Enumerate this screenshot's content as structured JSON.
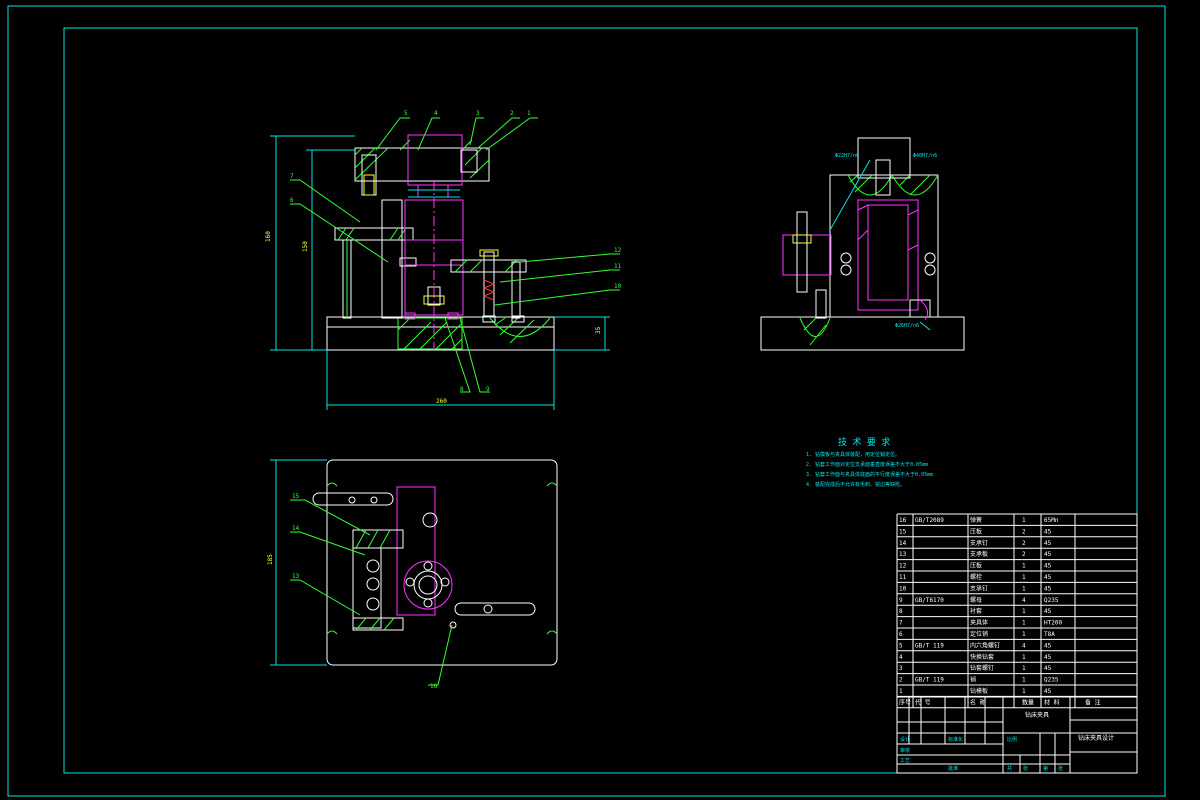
{
  "frame": {
    "border_color": "#00e5e5",
    "background": "#000000"
  },
  "front_view": {
    "balloons": [
      "1",
      "2",
      "3",
      "4",
      "5",
      "6",
      "7",
      "8",
      "9",
      "10",
      "11",
      "12"
    ],
    "dims": {
      "height_total": "160",
      "height_inner": "150",
      "base_h": "35",
      "width": "260"
    }
  },
  "top_view": {
    "balloons": [
      "13",
      "14",
      "15",
      "16"
    ],
    "dims": {
      "height": "185"
    }
  },
  "side_view": {
    "fits": [
      "Φ22H7/n6",
      "Φ40H7/n6",
      "Φ26H7/n6"
    ]
  },
  "tech_req": {
    "title": "技 术 要 求",
    "lines": [
      "1. 钻模板与夹具体装配，用定位销定位。",
      "2. 钻套工作面对定位支承面垂直度误差不大于0.05mm",
      "3. 钻套工作面与夹具体底面的平行度误差不大于0.05mm",
      "4. 装配完成后不允许有毛刺、锐边等缺陷。"
    ]
  },
  "bom": {
    "rows": [
      {
        "no": "16",
        "code": "GB/T2089",
        "name": "弹簧",
        "qty": "1",
        "mat": "65Mn",
        "note": ""
      },
      {
        "no": "15",
        "code": "",
        "name": "压板",
        "qty": "2",
        "mat": "45",
        "note": ""
      },
      {
        "no": "14",
        "code": "",
        "name": "支承钉",
        "qty": "2",
        "mat": "45",
        "note": ""
      },
      {
        "no": "13",
        "code": "",
        "name": "支承板",
        "qty": "2",
        "mat": "45",
        "note": ""
      },
      {
        "no": "12",
        "code": "",
        "name": "压板",
        "qty": "1",
        "mat": "45",
        "note": ""
      },
      {
        "no": "11",
        "code": "",
        "name": "螺栓",
        "qty": "1",
        "mat": "45",
        "note": ""
      },
      {
        "no": "10",
        "code": "",
        "name": "支承钉",
        "qty": "1",
        "mat": "45",
        "note": ""
      },
      {
        "no": "9",
        "code": "GB/T6170",
        "name": "螺母",
        "qty": "4",
        "mat": "Q235",
        "note": ""
      },
      {
        "no": "8",
        "code": "",
        "name": "衬套",
        "qty": "1",
        "mat": "45",
        "note": ""
      },
      {
        "no": "7",
        "code": "",
        "name": "夹具体",
        "qty": "1",
        "mat": "HT200",
        "note": ""
      },
      {
        "no": "6",
        "code": "",
        "name": "定位销",
        "qty": "1",
        "mat": "T8A",
        "note": ""
      },
      {
        "no": "5",
        "code": "GB/T 119",
        "name": "内六角螺钉",
        "qty": "4",
        "mat": "45",
        "note": ""
      },
      {
        "no": "4",
        "code": "",
        "name": "快换钻套",
        "qty": "1",
        "mat": "45",
        "note": ""
      },
      {
        "no": "3",
        "code": "",
        "name": "钻套螺钉",
        "qty": "1",
        "mat": "45",
        "note": ""
      },
      {
        "no": "2",
        "code": "GB/T 119",
        "name": "销",
        "qty": "1",
        "mat": "Q235",
        "note": ""
      },
      {
        "no": "1",
        "code": "",
        "name": "钻模板",
        "qty": "1",
        "mat": "45",
        "note": ""
      }
    ],
    "header": {
      "no": "序号",
      "code": "代 号",
      "name": "名 称",
      "qty": "数量",
      "mat": "材 料",
      "note": "备 注"
    }
  },
  "title_block": {
    "drawing_name": "钻床夹具",
    "designer": "钻床夹具设计",
    "cells": [
      "设计",
      "审核",
      "工艺",
      "标准化",
      "批准",
      "比例",
      "共",
      "张",
      "第",
      "张"
    ]
  }
}
